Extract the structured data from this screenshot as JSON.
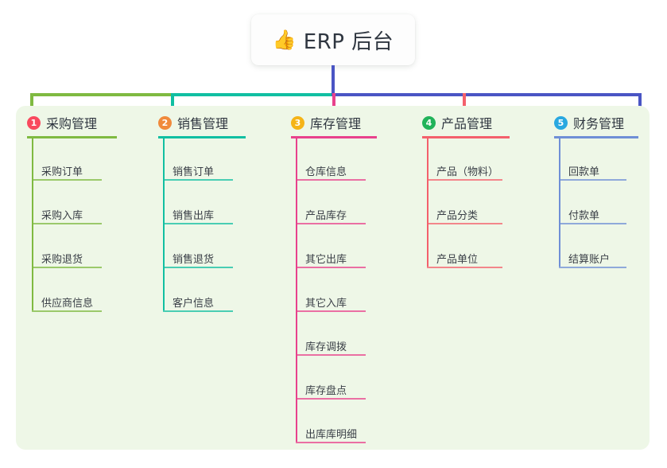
{
  "root": {
    "icon": "thumbs-up-emoji",
    "emoji": "👍",
    "title": "ERP 后台"
  },
  "colors": {
    "panel_bg": "#eef7e7",
    "page_bg": "#ffffff",
    "text": "#2f3640",
    "col1": "#7fba41",
    "col2": "#11bfa2",
    "col3": "#e8418c",
    "col4": "#f4606c",
    "col5": "#6f8fd6",
    "badge1": "#f9495e",
    "badge2": "#f08a3c",
    "badge3": "#f5b417",
    "badge4": "#21b35a",
    "badge5": "#29a8e0",
    "root_connector": "#4a55c4"
  },
  "columns": [
    {
      "index": "1",
      "title": "采购管理",
      "items": [
        "采购订单",
        "采购入库",
        "采购退货",
        "供应商信息"
      ]
    },
    {
      "index": "2",
      "title": "销售管理",
      "items": [
        "销售订单",
        "销售出库",
        "销售退货",
        "客户信息"
      ]
    },
    {
      "index": "3",
      "title": "库存管理",
      "items": [
        "仓库信息",
        "产品库存",
        "其它出库",
        "其它入库",
        "库存调拨",
        "库存盘点",
        "出库库明细"
      ]
    },
    {
      "index": "4",
      "title": "产品管理",
      "items": [
        "产品（物料）",
        "产品分类",
        "产品单位"
      ]
    },
    {
      "index": "5",
      "title": "财务管理",
      "items": [
        "回款单",
        "付款单",
        "结算账户"
      ]
    }
  ]
}
